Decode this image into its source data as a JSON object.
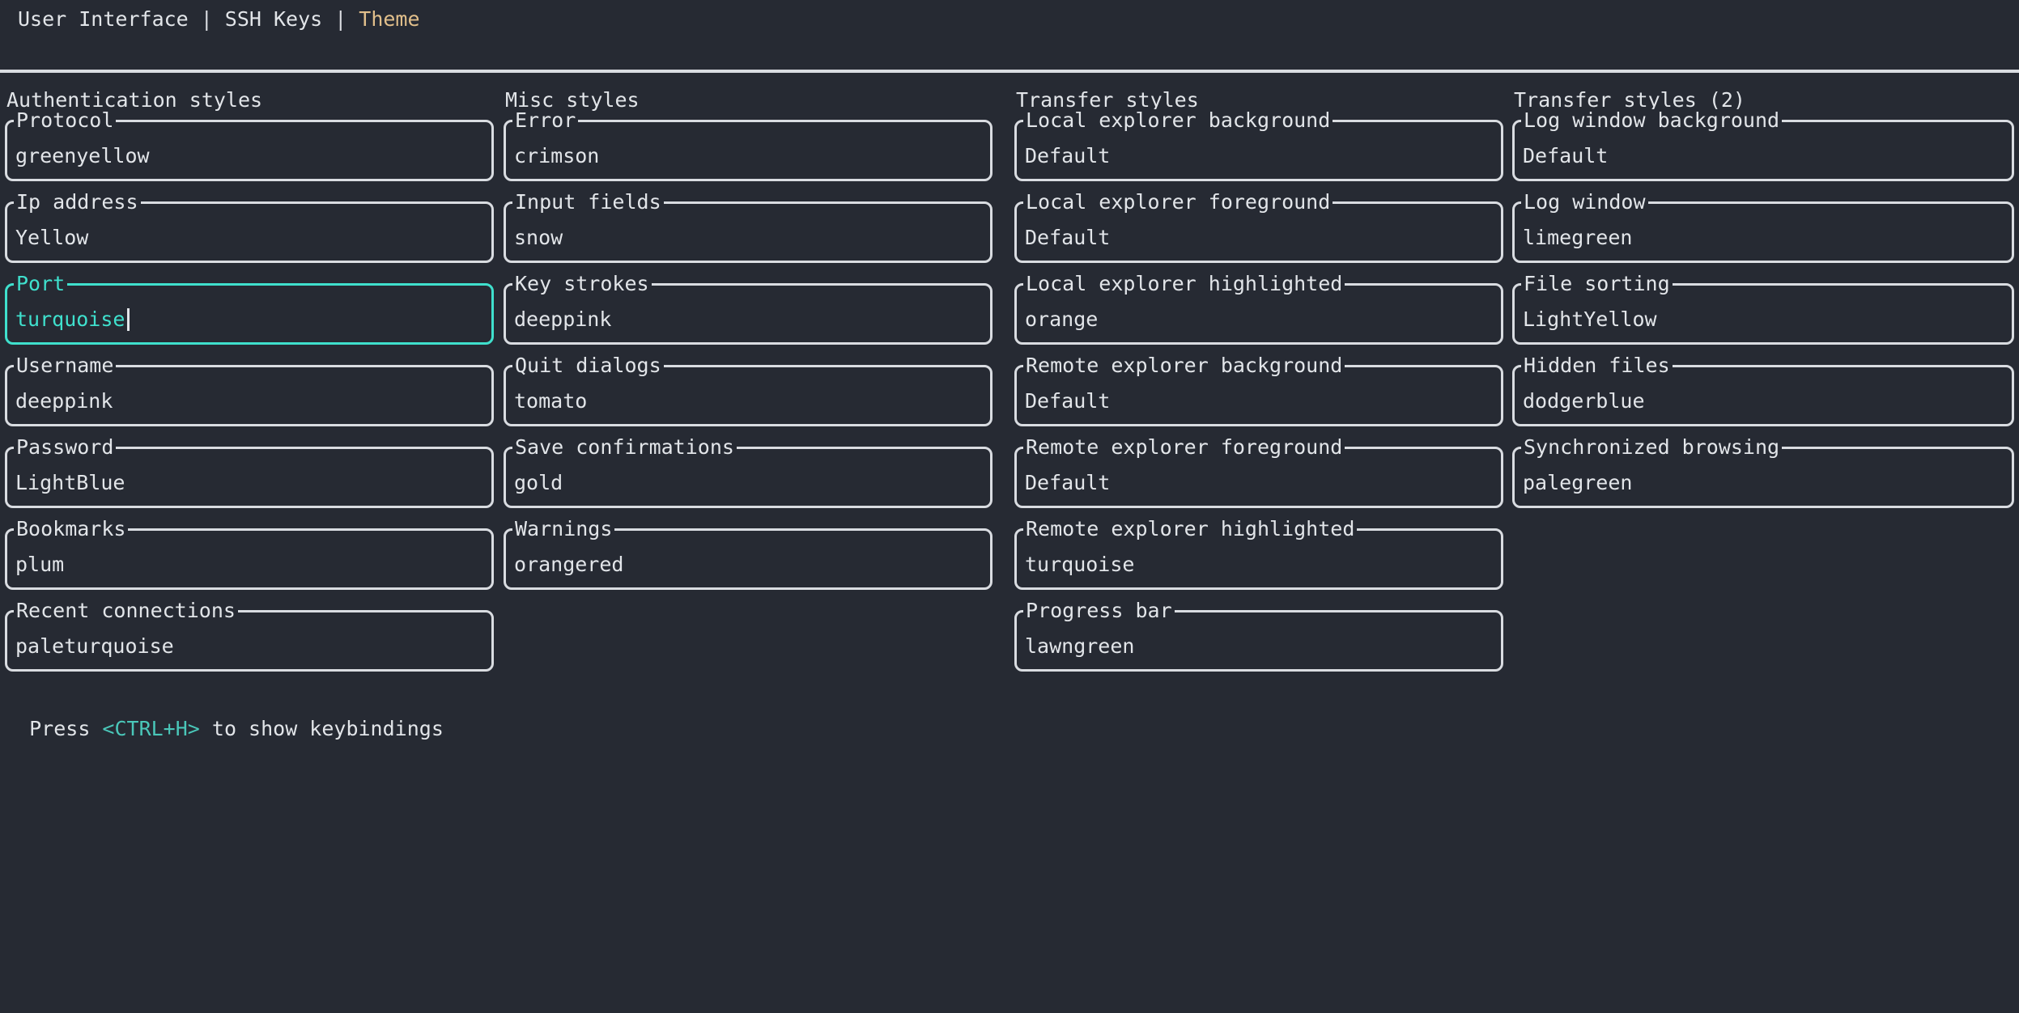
{
  "tabs": [
    {
      "label": "User Interface",
      "active": false
    },
    {
      "label": "SSH Keys",
      "active": false
    },
    {
      "label": "Theme",
      "active": true
    }
  ],
  "tab_separator": "|",
  "columns": [
    {
      "title": "Authentication styles",
      "fields": [
        {
          "label": "Protocol",
          "value": "greenyellow",
          "focused": false
        },
        {
          "label": "Ip address",
          "value": "Yellow",
          "focused": false
        },
        {
          "label": "Port",
          "value": "turquoise",
          "focused": true
        },
        {
          "label": "Username",
          "value": "deeppink",
          "focused": false
        },
        {
          "label": "Password",
          "value": "LightBlue",
          "focused": false
        },
        {
          "label": "Bookmarks",
          "value": "plum",
          "focused": false
        },
        {
          "label": "Recent connections",
          "value": "paleturquoise",
          "focused": false
        }
      ]
    },
    {
      "title": "Misc styles",
      "fields": [
        {
          "label": "Error",
          "value": "crimson",
          "focused": false
        },
        {
          "label": "Input fields",
          "value": "snow",
          "focused": false
        },
        {
          "label": "Key strokes",
          "value": "deeppink",
          "focused": false
        },
        {
          "label": "Quit dialogs",
          "value": "tomato",
          "focused": false
        },
        {
          "label": "Save confirmations",
          "value": "gold",
          "focused": false
        },
        {
          "label": "Warnings",
          "value": "orangered",
          "focused": false
        }
      ]
    },
    {
      "title": "Transfer styles",
      "fields": [
        {
          "label": "Local explorer background",
          "value": "Default",
          "focused": false
        },
        {
          "label": "Local explorer foreground",
          "value": "Default",
          "focused": false
        },
        {
          "label": "Local explorer highlighted",
          "value": "orange",
          "focused": false
        },
        {
          "label": "Remote explorer background",
          "value": "Default",
          "focused": false
        },
        {
          "label": "Remote explorer foreground",
          "value": "Default",
          "focused": false
        },
        {
          "label": "Remote explorer highlighted",
          "value": "turquoise",
          "focused": false
        },
        {
          "label": "Progress bar",
          "value": "lawngreen",
          "focused": false
        }
      ]
    },
    {
      "title": "Transfer styles (2)",
      "fields": [
        {
          "label": "Log window background",
          "value": "Default",
          "focused": false
        },
        {
          "label": "Log window",
          "value": "limegreen",
          "focused": false
        },
        {
          "label": "File sorting",
          "value": "LightYellow",
          "focused": false
        },
        {
          "label": "Hidden files",
          "value": "dodgerblue",
          "focused": false
        },
        {
          "label": "Synchronized browsing",
          "value": "palegreen",
          "focused": false
        }
      ]
    }
  ],
  "footer": {
    "prefix": "Press ",
    "key": "<CTRL+H>",
    "suffix": " to show keybindings"
  },
  "colors": {
    "background": "#262A33",
    "foreground": "#E2E5E9",
    "border": "#D9DCE1",
    "focus_accent": "#3FE0CD",
    "active_tab": "#E1BF8B",
    "footer_key": "#4AC7B9"
  }
}
